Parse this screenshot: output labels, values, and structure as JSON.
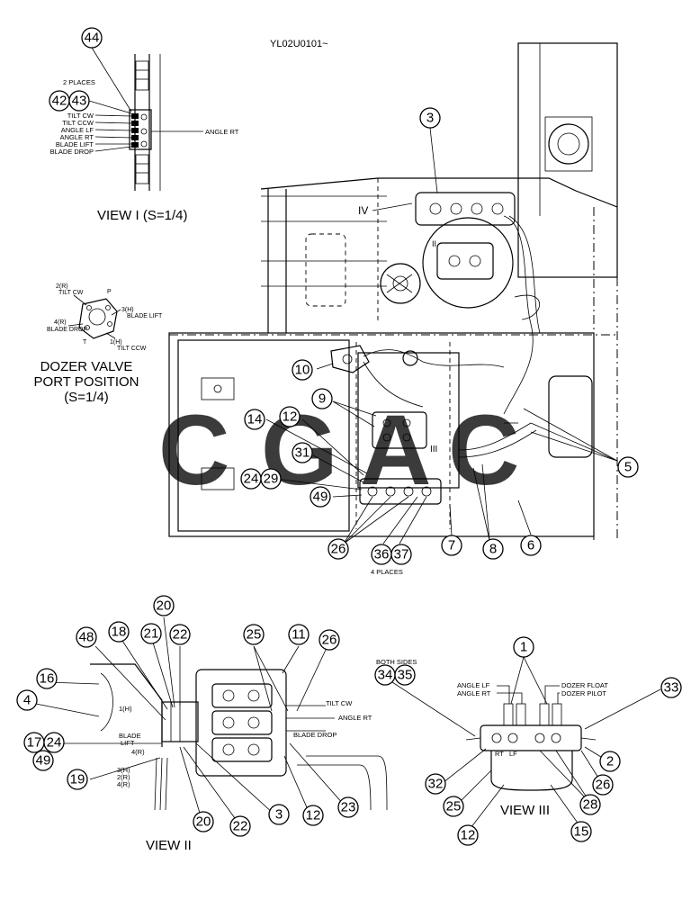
{
  "header": {
    "drawing_code": "YL02U0101~"
  },
  "view_i": {
    "title": "VIEW I  (S=1/4)",
    "count_note": "2 PLACES",
    "labels": [
      "TILT CW",
      "TILT CCW",
      "ANGLE LF",
      "ANGLE RT",
      "BLADE LIFT",
      "BLADE DROP"
    ],
    "right_label": "ANGLE RT"
  },
  "port_position": {
    "title_line1": "DOZER VALVE",
    "title_line2": "PORT POSITION",
    "title_line3": "(S=1/4)",
    "labels": {
      "p1": "2(R)",
      "p1b": "TILT CW",
      "p2": "P",
      "p3": "3(H)",
      "p3b": "BLADE LIFT",
      "p4": "4(R)",
      "p4b": "BLADE DROP",
      "p5": "T",
      "p6": "1(H)",
      "p6b": "TILT CCW"
    }
  },
  "main_view": {
    "view_marker": "IV",
    "roman_ii": "II",
    "roman_iii": "III",
    "count_note": "4 PLACES"
  },
  "view_ii": {
    "title": "VIEW II",
    "labels": {
      "tilt_cw": "TILT CW",
      "angle_rt": "ANGLE RT",
      "blade_drop": "BLADE DROP",
      "blade_lift_1": "BLADE",
      "blade_lift_2": "LIFT",
      "port_1h": "1(H)",
      "port_4r_a": "4(R)",
      "port_3h": "3(H)",
      "port_2r": "2(R)",
      "port_4r_b": "4(R)"
    }
  },
  "view_iii": {
    "title": "VIEW III",
    "both_sides": "BOTH SIDES",
    "labels": {
      "angle_lf": "ANGLE LF",
      "angle_rt": "ANGLE RT",
      "dozer_float": "DOZER FLOAT",
      "dozer_pilot": "DOZER PILOT",
      "rt": "RT",
      "lf": "LF"
    }
  },
  "watermark": {
    "text": "CGAC",
    "colors": [
      "#4f84e6",
      "#eb5a4f",
      "#f0c43c",
      "#35a269"
    ]
  },
  "callouts": {
    "c44": "44",
    "c42": "42",
    "c43": "43",
    "c3": "3",
    "c10": "10",
    "c9": "9",
    "c12": "12",
    "c14": "14",
    "c31": "31",
    "c24": "24",
    "c29": "29",
    "c49": "49",
    "c26": "26",
    "c36": "36",
    "c37": "37",
    "c7": "7",
    "c8": "8",
    "c6": "6",
    "c5": "5",
    "ii20a": "20",
    "ii48": "48",
    "ii18": "18",
    "ii21": "21",
    "ii22a": "22",
    "ii25": "25",
    "ii11": "11",
    "ii26": "26",
    "ii16": "16",
    "ii4": "4",
    "ii17": "17",
    "ii24": "24",
    "ii49": "49",
    "ii19": "19",
    "ii20b": "20",
    "ii22b": "22",
    "ii3": "3",
    "ii12": "12",
    "ii23": "23",
    "iii1": "1",
    "iii34": "34",
    "iii35": "35",
    "iii33": "33",
    "iii2": "2",
    "iii26": "26",
    "iii28": "28",
    "iii32": "32",
    "iii25": "25",
    "iii12": "12",
    "iii15": "15"
  }
}
